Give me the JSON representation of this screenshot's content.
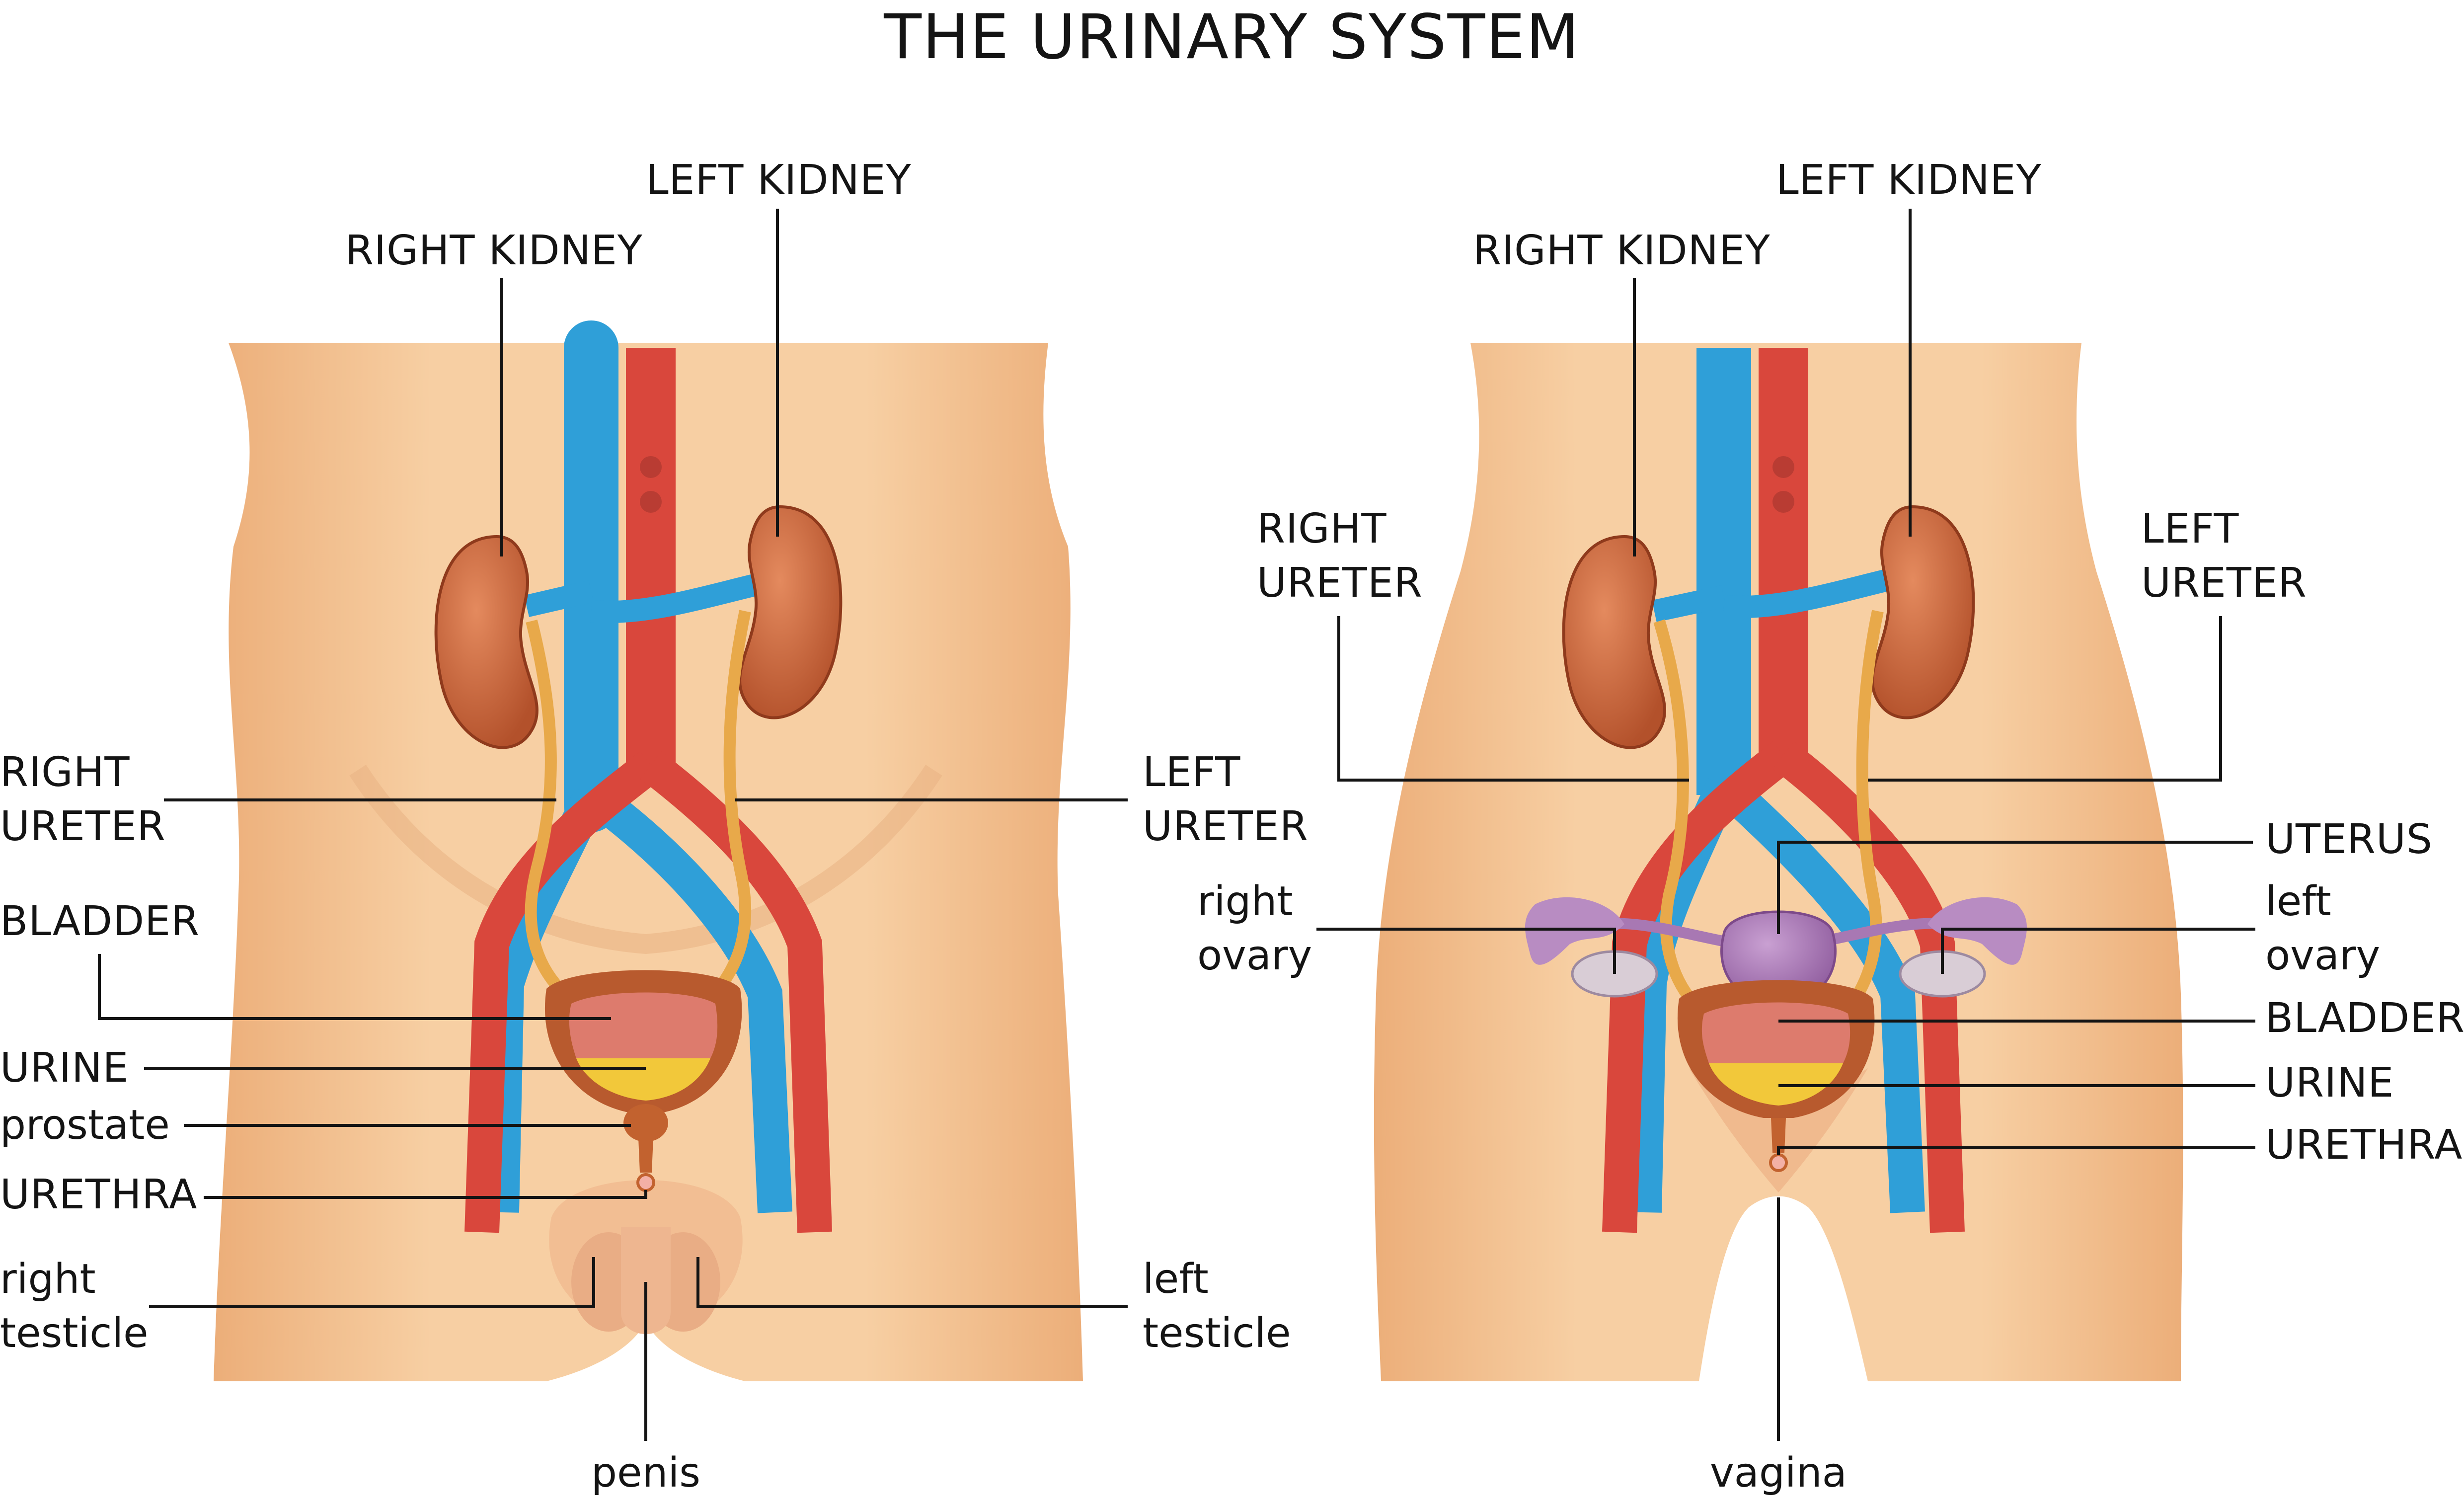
{
  "title": "THE URINARY SYSTEM",
  "male": {
    "left_kidney": "LEFT KIDNEY",
    "right_kidney": "RIGHT KIDNEY",
    "right_ureter": "RIGHT\nURETER",
    "left_ureter": "LEFT\nURETER",
    "bladder": "BLADDER",
    "urine": "URINE",
    "prostate": "prostate",
    "urethra": "URETHRA",
    "right_testicle": "right\ntesticle",
    "left_testicle": "left\ntesticle",
    "penis": "penis"
  },
  "female": {
    "left_kidney": "LEFT KIDNEY",
    "right_kidney": "RIGHT KIDNEY",
    "right_ureter": "RIGHT\nURETER",
    "left_ureter": "LEFT\nURETER",
    "uterus": "UTERUS",
    "right_ovary": "right\novary",
    "left_ovary": "left\novary",
    "bladder": "BLADDER",
    "urine": "URINE",
    "urethra": "URETHRA",
    "vagina": "vagina"
  },
  "colors": {
    "skin": "#f6c99a",
    "skin_shade": "#e9a975",
    "kidney": "#c9623a",
    "vein": "#2f9fd8",
    "artery": "#d9473c",
    "ureter": "#e8a94a",
    "bladder_wall": "#b85a2e",
    "urine": "#f2c83a",
    "uterus": "#a878b3"
  }
}
